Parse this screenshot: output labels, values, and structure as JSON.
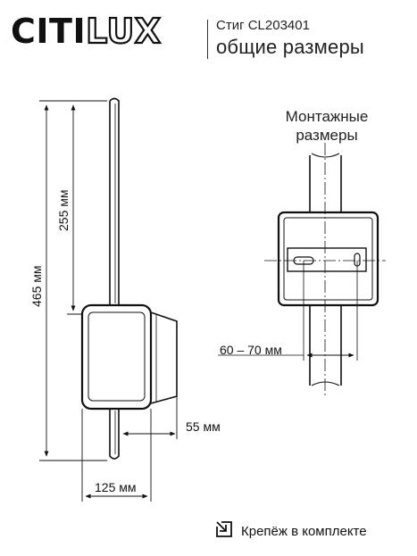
{
  "header": {
    "brand_a": "CITI",
    "brand_b": "LUX",
    "model": "Стиг CL203401",
    "subtitle": "общие размеры"
  },
  "dimensions": {
    "total_height": "465 мм",
    "upper_height": "255 мм",
    "depth": "55 мм",
    "width": "125 мм"
  },
  "mounting": {
    "title_line1": "Монтажные",
    "title_line2": "размеры",
    "spacing": "60 – 70 мм"
  },
  "footer": {
    "note": "Крепёж в комплекте",
    "icon": "arrow-in-box-icon"
  }
}
